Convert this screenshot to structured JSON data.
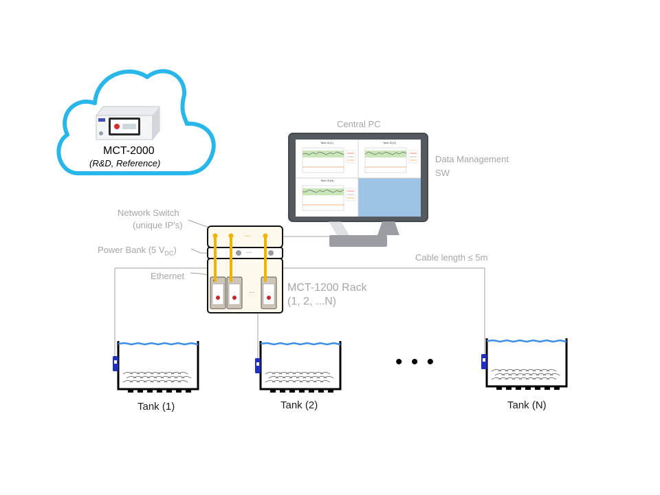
{
  "cloud": {
    "device_name": "MCT-2000",
    "device_note": "(R&D, Reference)",
    "outline_color": "#29b6e8"
  },
  "central_pc": {
    "label": "Central PC",
    "software_line1": "Data Management",
    "software_line2": "SW",
    "screen_panels": [
      {
        "title": "Tank ID",
        "index": "(1)"
      },
      {
        "title": "Tank ID",
        "index": "(2)"
      },
      {
        "title": "Tank ID",
        "index": "(N)"
      }
    ],
    "empty_panel_color": "#9dc3e6"
  },
  "network_switch": {
    "line1": "Network Switch",
    "line2": "(unique IP's)",
    "dots": "..."
  },
  "power_bank": {
    "label_main": "Power Bank (5 V",
    "label_sub": "DC",
    "label_end": ")",
    "dots": "..."
  },
  "ethernet": {
    "label": "Ethernet",
    "cable_color": "#f0b400"
  },
  "rack": {
    "line1": "MCT-1200 Rack",
    "line2": "(1, 2, ...N)",
    "dots": "..."
  },
  "cable_note": "Cable length ≤ 5m",
  "tanks": [
    {
      "label": "Tank (1)"
    },
    {
      "label": "Tank (2)"
    },
    {
      "label": "Tank (N)"
    }
  ],
  "ellipsis": "• • •",
  "colors": {
    "water": "#3a8ee6",
    "sensor": "#1f2fbf",
    "line_gray": "#a0a0a0"
  }
}
